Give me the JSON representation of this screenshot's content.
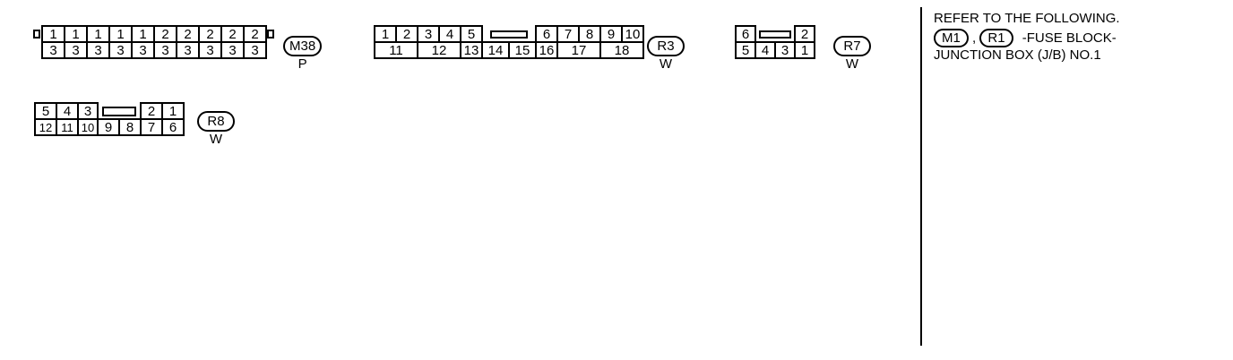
{
  "connectors": {
    "m38": {
      "label": "M38",
      "color": "P",
      "top": [
        "1",
        "1",
        "1",
        "1",
        "1",
        "2",
        "2",
        "2",
        "2",
        "2"
      ],
      "bottom": [
        "3",
        "3",
        "3",
        "3",
        "3",
        "3",
        "3",
        "3",
        "3",
        "3"
      ]
    },
    "r3": {
      "label": "R3",
      "color": "W",
      "top_left": [
        "1",
        "2",
        "3",
        "4",
        "5"
      ],
      "top_right": [
        "6",
        "7",
        "8",
        "9",
        "10"
      ],
      "bottom": [
        "11",
        "12",
        "13",
        "14",
        "15",
        "16",
        "17",
        "18"
      ]
    },
    "r7": {
      "label": "R7",
      "color": "W",
      "top_left": [
        "6"
      ],
      "top_right": [
        "2"
      ],
      "bottom": [
        "5",
        "4",
        "3",
        "1"
      ]
    },
    "r8": {
      "label": "R8",
      "color": "W",
      "top_left": [
        "5",
        "4",
        "3"
      ],
      "top_right": [
        "2",
        "1"
      ],
      "bottom": [
        "12",
        "11",
        "10",
        "9",
        "8",
        "7",
        "6"
      ]
    }
  },
  "note": {
    "line1": "REFER TO THE FOLLOWING.",
    "ref1": "M1",
    "sep": ",",
    "ref2": "R1",
    "line2_rest": "-FUSE BLOCK-",
    "line3": "JUNCTION BOX (J/B) NO.1"
  }
}
